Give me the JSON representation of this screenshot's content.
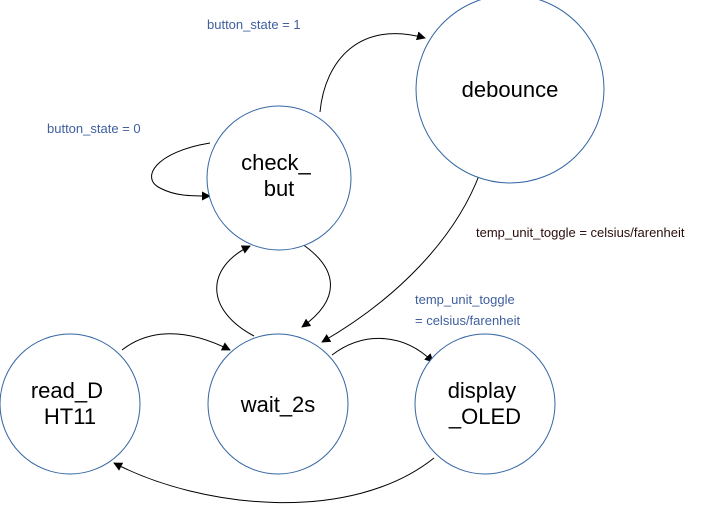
{
  "states": {
    "debounce": {
      "lines": [
        "debounce"
      ]
    },
    "check_but": {
      "lines": [
        "check_",
        "but"
      ]
    },
    "read_dht11": {
      "lines": [
        "read_D",
        "HT11"
      ]
    },
    "wait_2s": {
      "lines": [
        "wait_2s"
      ]
    },
    "display_oled": {
      "lines": [
        "display",
        "_OLED"
      ]
    }
  },
  "transitions": {
    "check_to_debounce": {
      "lines": [
        "button_state = 1"
      ]
    },
    "check_self_loop": {
      "lines": [
        "button_state = 0"
      ]
    },
    "debounce_to_wait": {
      "lines": [
        "temp_unit_toggle = celsius/farenheit"
      ]
    },
    "wait_to_display": {
      "lines": [
        "temp_unit_toggle",
        "= celsius/farenheit"
      ]
    }
  },
  "colors": {
    "state_border": "#3465a4",
    "label_blue": "#3f5f9f",
    "label_dark": "#2a0d0d",
    "arrow": "#000000"
  }
}
